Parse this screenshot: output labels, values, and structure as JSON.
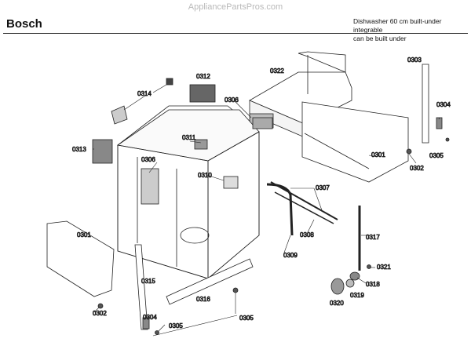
{
  "watermark": "AppliancePartsPros.com",
  "brand": "Bosch",
  "description": {
    "line1": "Dishwasher 60 cm built-under integrable",
    "line2": "can be built under"
  },
  "parts": {
    "p0322": "0322",
    "p0303": "0303",
    "p0304a": "0304",
    "p0314": "0314",
    "p0312": "0312",
    "p0306a": "0306",
    "p0311": "0311",
    "p0313": "0313",
    "p0306b": "0306",
    "p0310": "0310",
    "p0301a": "0301",
    "p0302a": "0302",
    "p0305a": "0305",
    "p0307": "0307",
    "p0308": "0308",
    "p0309": "0309",
    "p0301b": "0301",
    "p0315": "0315",
    "p0316": "0316",
    "p0317": "0317",
    "p0321": "0321",
    "p0318": "0318",
    "p0319": "0319",
    "p0320": "0320",
    "p0302b": "0302",
    "p0304b": "0304",
    "p0305b": "0305",
    "p0305c": "0305"
  }
}
